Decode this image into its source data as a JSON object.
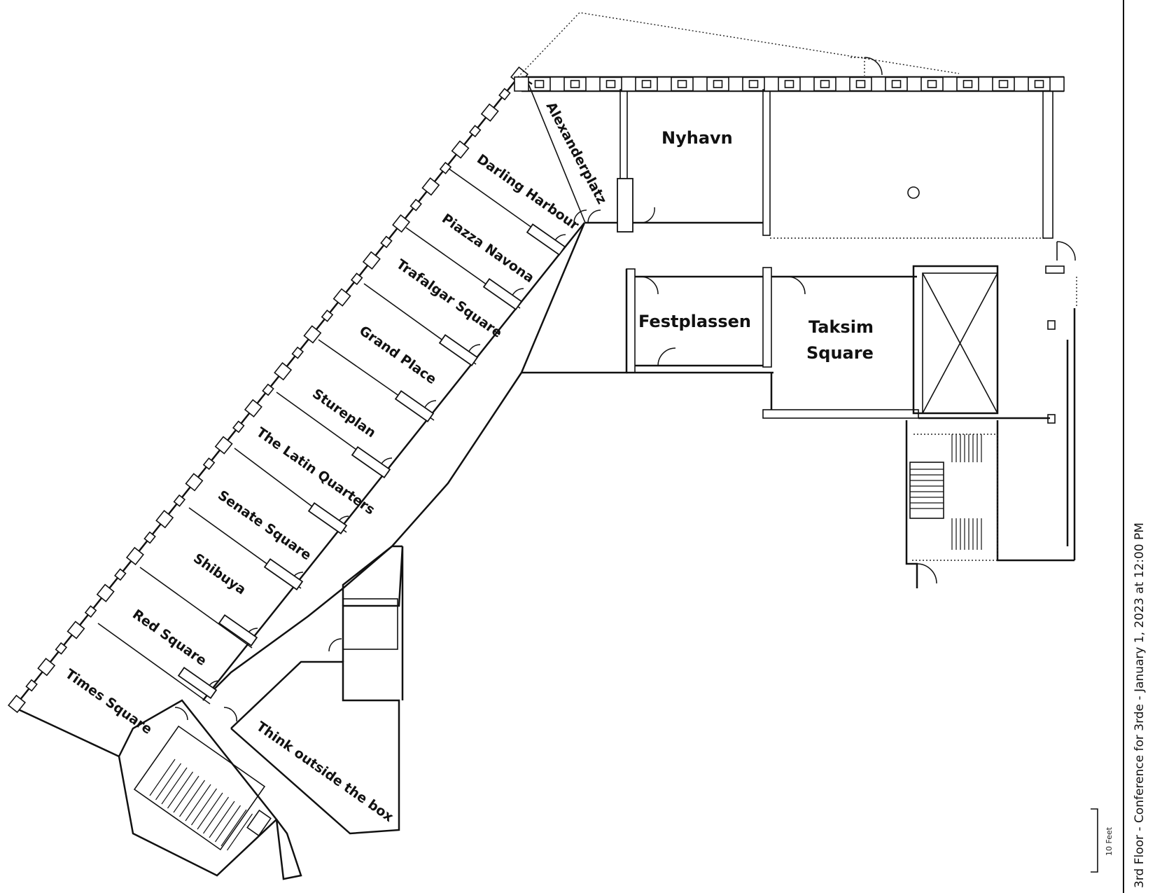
{
  "map": {
    "title": "3rd Floor - Conference for 3rde - January 1, 2023 at 12:00 PM",
    "scale_label": "10 Feet",
    "rooms": [
      "Alexanderplatz",
      "Darling Harbour",
      "Piazza Navona",
      "Trafalgar Square",
      "Grand Place",
      "Stureplan",
      "The Latin Quarters",
      "Senate Square",
      "Shibuya",
      "Red Square",
      "Times Square",
      "Think outside the box",
      "Nyhavn",
      "Festplassen"
    ],
    "taksim": {
      "line1": "Taksim",
      "line2": "Square"
    }
  }
}
